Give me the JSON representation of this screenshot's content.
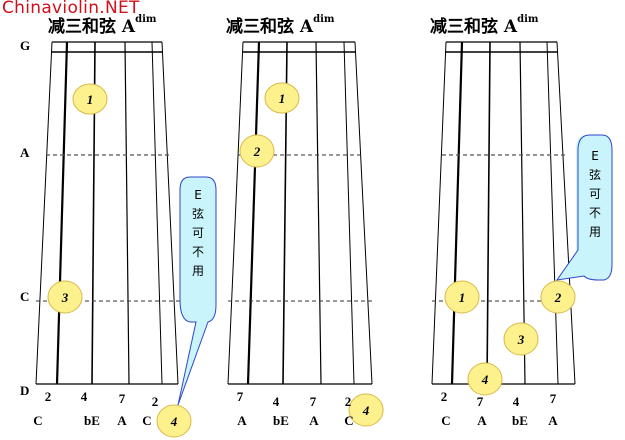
{
  "watermark": "Chinaviolin.NET",
  "diagrams": [
    {
      "title": "减三和弦",
      "chord": "A",
      "chord_sup": "dim",
      "fingers": [
        "1",
        "3",
        "4"
      ],
      "degrees": [
        "2",
        "4",
        "7",
        "2"
      ],
      "notes": [
        "C",
        "bE",
        "A",
        "C"
      ],
      "callout": [
        "E",
        "弦",
        "可",
        "不",
        "用"
      ]
    },
    {
      "title": "减三和弦",
      "chord": "A",
      "chord_sup": "dim",
      "fingers": [
        "1",
        "2",
        "4"
      ],
      "degrees": [
        "7",
        "4",
        "7",
        "2"
      ],
      "notes": [
        "A",
        "bE",
        "A",
        "C"
      ]
    },
    {
      "title": "减三和弦",
      "chord": "A",
      "chord_sup": "dim",
      "fingers": [
        "1",
        "2",
        "3",
        "4"
      ],
      "degrees": [
        "2",
        "7",
        "4",
        "7"
      ],
      "notes": [
        "C",
        "A",
        "bE",
        "A"
      ],
      "callout": [
        "E",
        "弦",
        "可",
        "不",
        "用"
      ]
    }
  ],
  "row_labels": [
    "G",
    "A",
    "C",
    "D"
  ],
  "colors": {
    "finger_fill": "#fdf18d",
    "finger_stroke": "#d8b84a",
    "callout_fill": "#c9f4fb",
    "callout_stroke": "#2f46c8",
    "watermark": "#d2101a"
  }
}
